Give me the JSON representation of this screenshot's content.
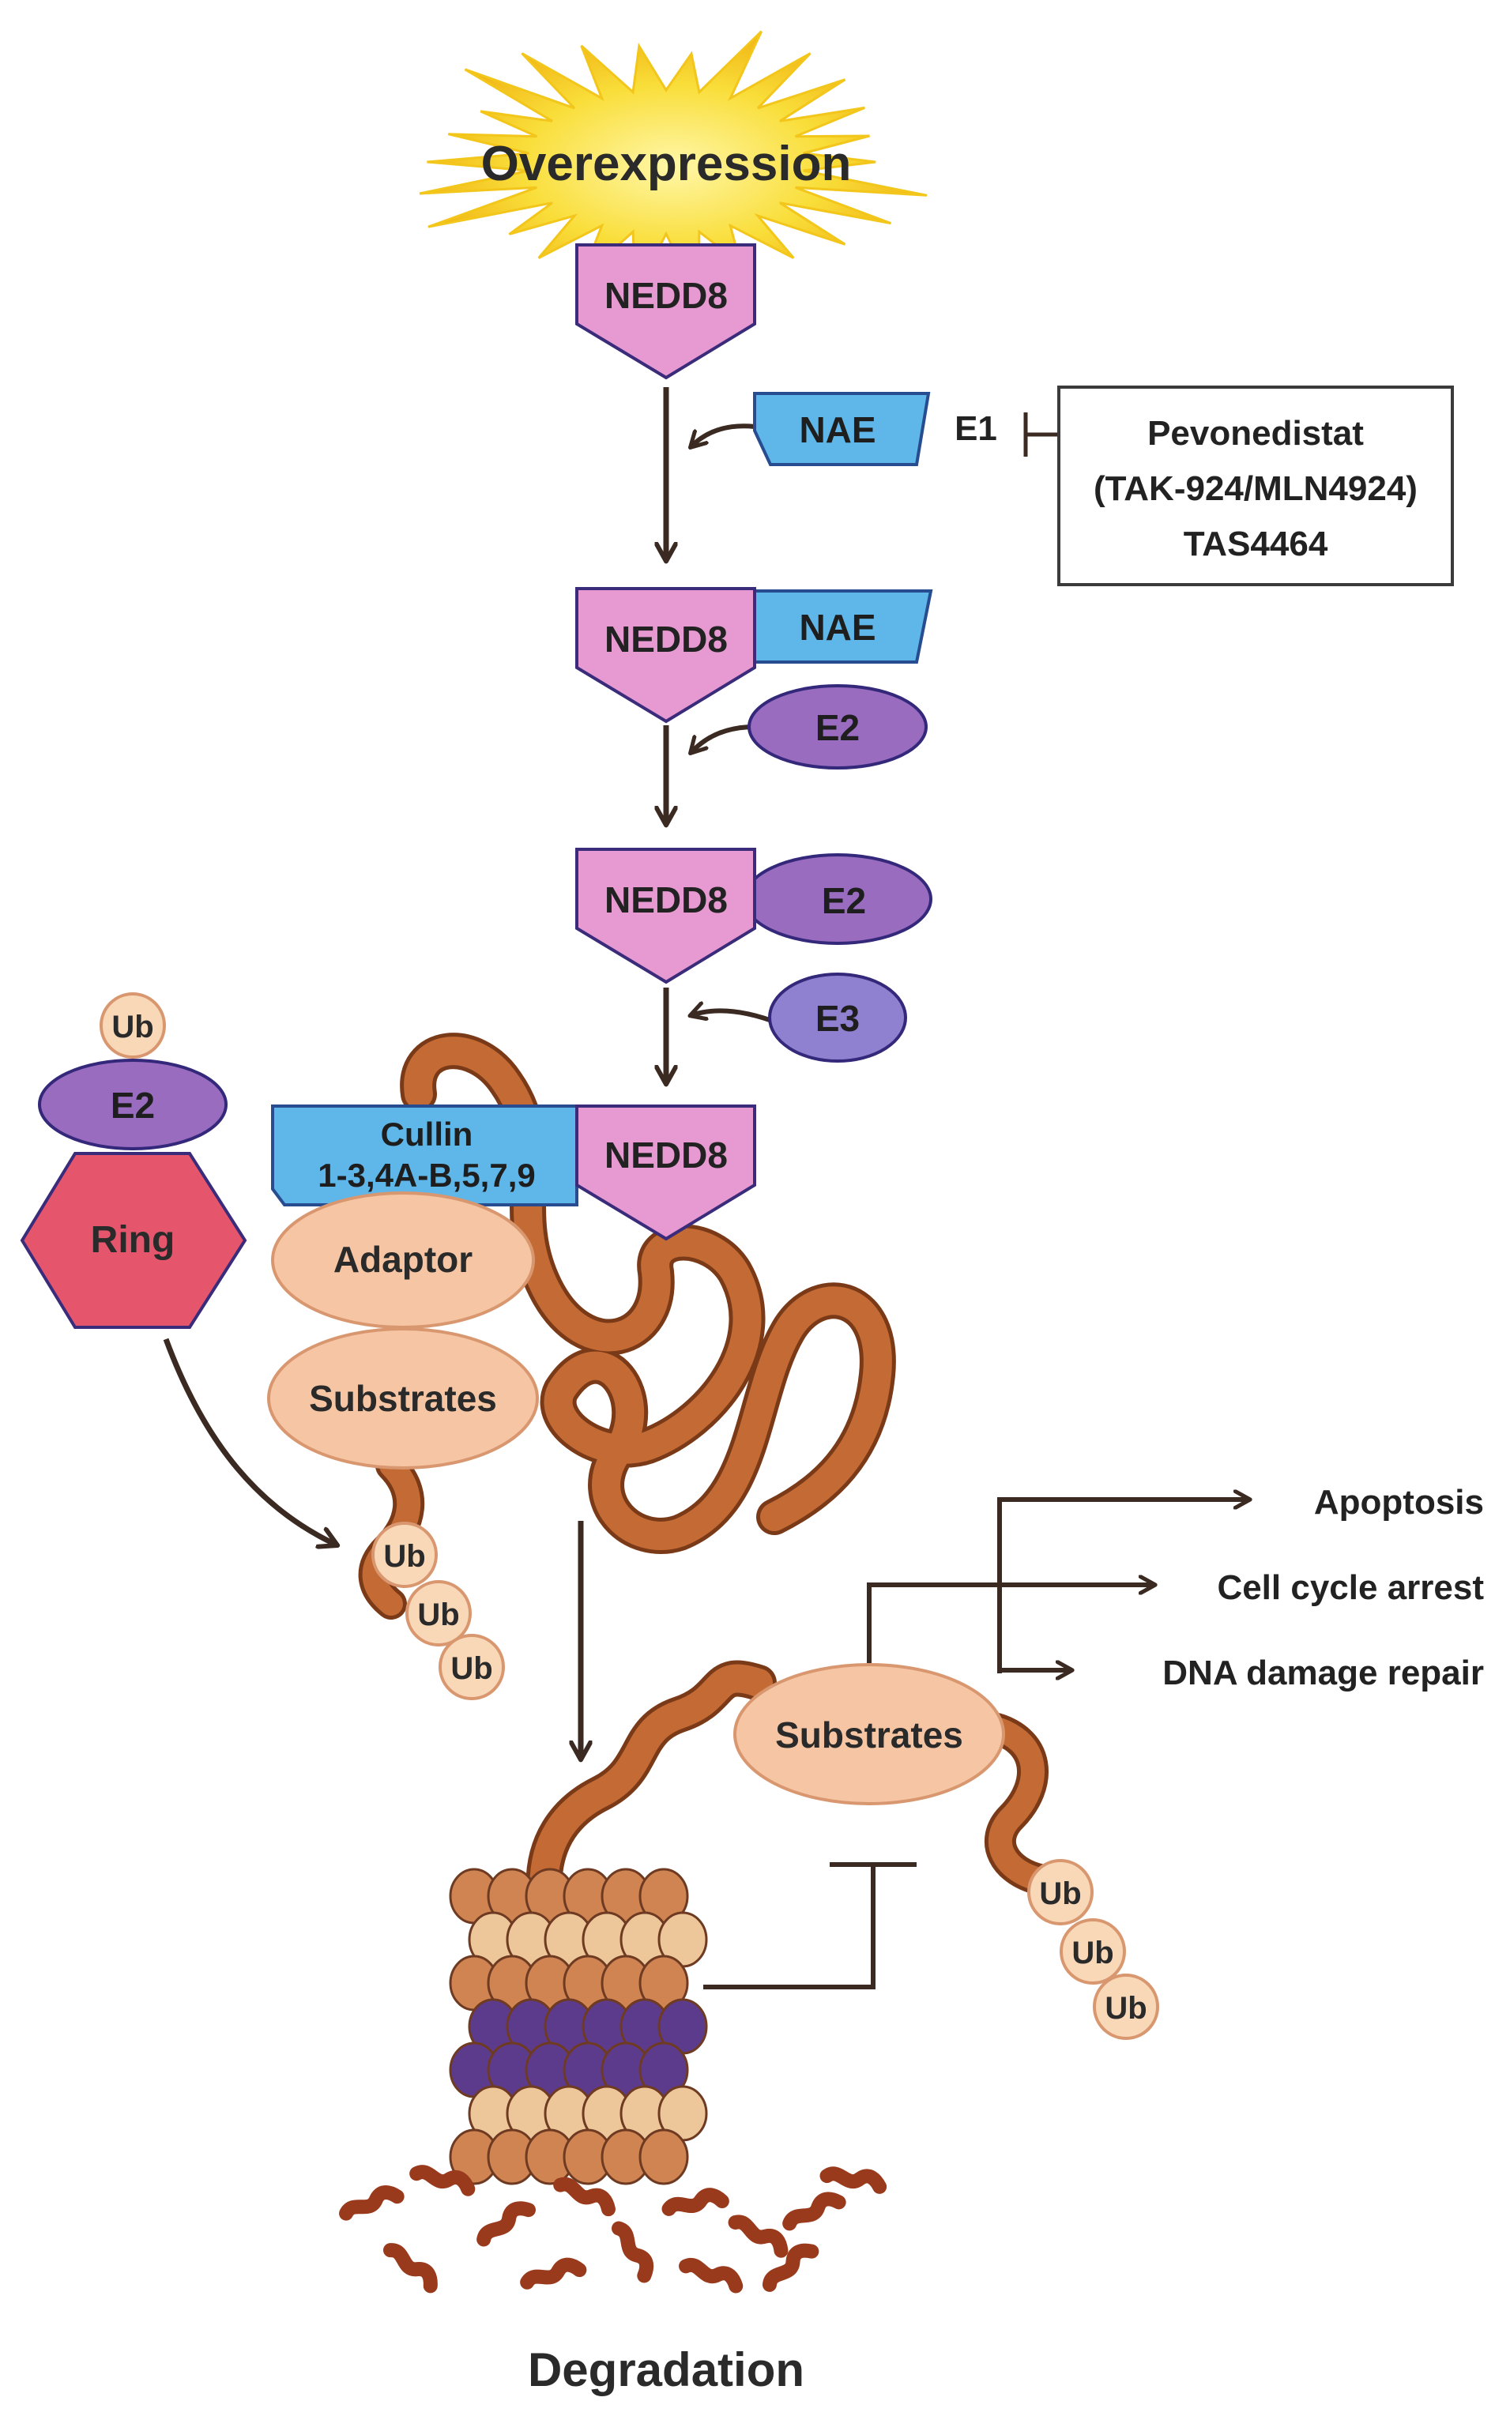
{
  "colors": {
    "nedd8_fill": "#e79ad2",
    "nedd8_stroke": "#3a2c7a",
    "nae_fill": "#5fb6e8",
    "nae_stroke": "#274c8f",
    "e2_fill": "#9a6cc0",
    "e2_stroke": "#33287a",
    "e3_fill": "#8f80d0",
    "ring_fill": "#e5566c",
    "ring_stroke": "#3a2c7a",
    "peach_fill": "#f6c6a4",
    "peach_stroke": "#d99770",
    "ub_fill": "#f9d8b8",
    "arrow": "#3b2a22",
    "chain": "#b8602f",
    "burst": "#f7d22c",
    "proteasome_orange": "#cf8451",
    "proteasome_tan": "#edc79a",
    "proteasome_purple": "#5c3b8c",
    "fragments": "#9a3a1c"
  },
  "labels": {
    "overexpression": "Overexpression",
    "nedd8": "NEDD8",
    "nae": "NAE",
    "e1": "E1",
    "e2": "E2",
    "e3": "E3",
    "ub": "Ub",
    "ring": "Ring",
    "cullin_line1": "Cullin",
    "cullin_line2": "1-3,4A-B,5,7,9",
    "adaptor": "Adaptor",
    "substrates": "Substrates",
    "degradation": "Degradation"
  },
  "inhibitor_box": {
    "line1": "Pevonedistat",
    "line2": "(TAK-924/MLN4924)",
    "line3": "TAS4464"
  },
  "outcomes": [
    "Apoptosis",
    "Cell cycle arrest",
    "DNA damage repair"
  ]
}
